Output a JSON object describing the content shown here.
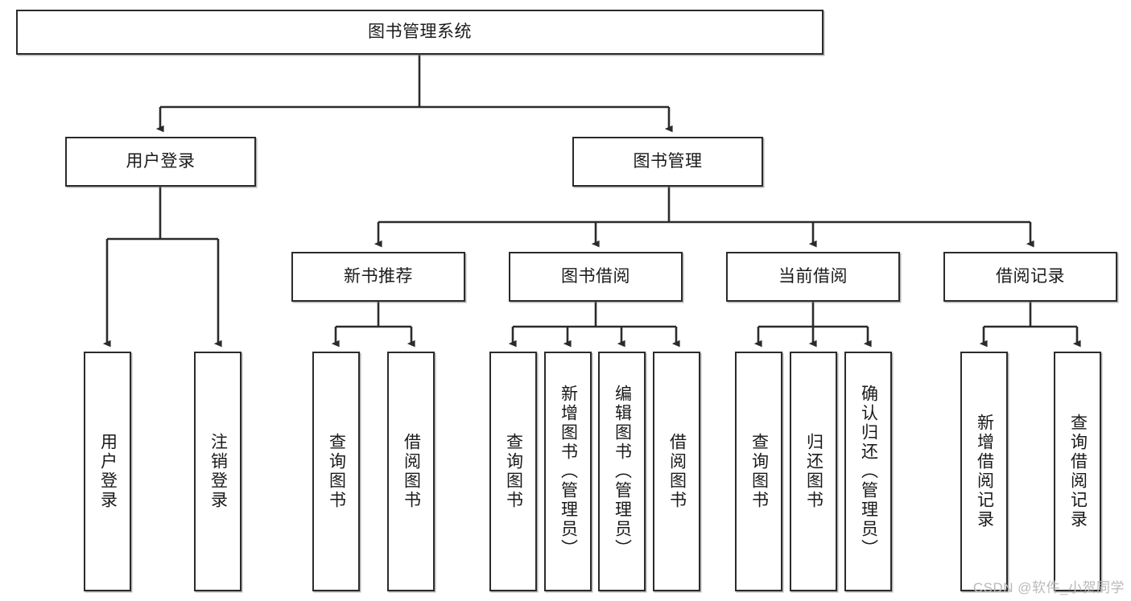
{
  "diagram": {
    "title_node": {
      "label": "图书管理系统"
    },
    "level2": [
      {
        "id": "user-login",
        "label": "用户登录"
      },
      {
        "id": "book-manage",
        "label": "图书管理"
      }
    ],
    "level3": [
      {
        "id": "new-book-recommend",
        "label": "新书推荐"
      },
      {
        "id": "book-borrow",
        "label": "图书借阅"
      },
      {
        "id": "current-borrow",
        "label": "当前借阅"
      },
      {
        "id": "borrow-record",
        "label": "借阅记录"
      }
    ],
    "leaves": [
      {
        "id": "leaf-user-login",
        "label": "用户登录"
      },
      {
        "id": "leaf-logout-login",
        "label": "注销登录"
      },
      {
        "id": "leaf-query-book-1",
        "label": "查询图书"
      },
      {
        "id": "leaf-borrow-book-1",
        "label": "借阅图书"
      },
      {
        "id": "leaf-query-book-2",
        "label": "查询图书"
      },
      {
        "id": "leaf-add-book-admin",
        "label": "新增图书（管理员）"
      },
      {
        "id": "leaf-edit-book-admin",
        "label": "编辑图书（管理员）"
      },
      {
        "id": "leaf-borrow-book-2",
        "label": "借阅图书"
      },
      {
        "id": "leaf-query-book-3",
        "label": "查询图书"
      },
      {
        "id": "leaf-return-book",
        "label": "归还图书"
      },
      {
        "id": "leaf-confirm-return-admin",
        "label": "确认归还（管理员）"
      },
      {
        "id": "leaf-add-borrow-record",
        "label": "新增借阅记录"
      },
      {
        "id": "leaf-query-borrow-record",
        "label": "查询借阅记录"
      }
    ],
    "colors": {
      "stroke": "#2b2b2b",
      "fill": "#ffffff",
      "text": "#1a1a1a",
      "watermark": "#b9b9b9"
    }
  },
  "watermark": {
    "text": "CSDN @软件_小贺同学"
  }
}
